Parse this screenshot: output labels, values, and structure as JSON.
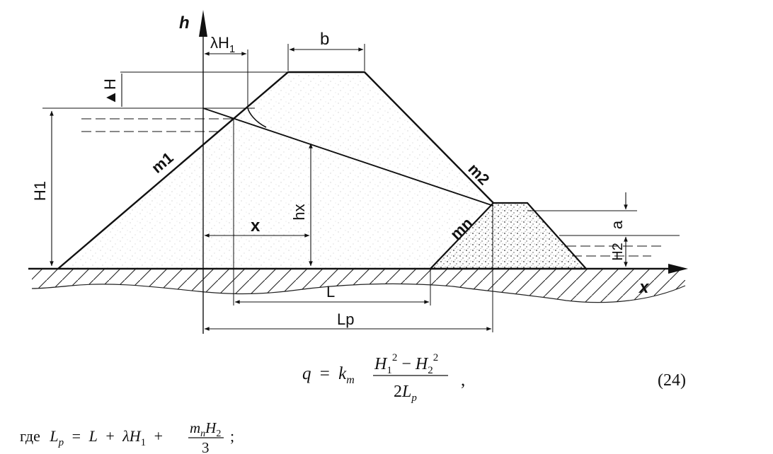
{
  "diagram": {
    "axis_h": "h",
    "axis_x": "x",
    "dims": {
      "lambda_h1": "λH",
      "lambda_h1_sub": "1",
      "b": "b",
      "delta_h": "▲H",
      "h1": "H1",
      "hx": "hx",
      "x": "x",
      "l": "L",
      "lp": "Lp",
      "a": "a",
      "h2": "H2"
    },
    "slopes": {
      "m1": "m1",
      "m2": "m2",
      "mn": "mn"
    }
  },
  "formula": {
    "q": "q",
    "eq": "=",
    "k": "k",
    "k_sub": "m",
    "num_h1": "H",
    "num_h1_sub": "1",
    "num_h1_sup": "2",
    "minus": "−",
    "num_h2": "H",
    "num_h2_sub": "2",
    "num_h2_sup": "2",
    "den_2": "2",
    "den_l": "L",
    "den_l_sub": "p",
    "comma": ",",
    "number": "(24)"
  },
  "where": {
    "word": "где",
    "l": "L",
    "l_sub": "p",
    "eq": "=",
    "l2": "L",
    "plus1": "+",
    "lambda": "λH",
    "lambda_sub": "1",
    "plus2": "+",
    "num": "m",
    "num_sub": "n",
    "num_h": "H",
    "num_h_sub": "2",
    "den": "3",
    "semicolon": ";"
  }
}
